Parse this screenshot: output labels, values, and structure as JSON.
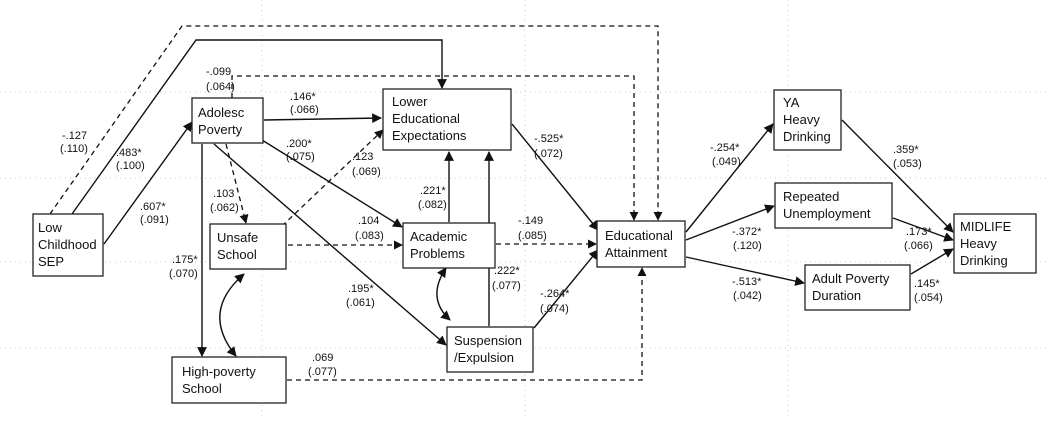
{
  "nodes": {
    "low_childhood_sep": {
      "lines": [
        "Low",
        "Childhood",
        "SEP"
      ]
    },
    "adolesc_poverty": {
      "lines": [
        "Adolesc",
        "Poverty"
      ]
    },
    "unsafe_school": {
      "lines": [
        "Unsafe",
        "School"
      ]
    },
    "high_poverty_school": {
      "lines": [
        "High-poverty",
        "School"
      ]
    },
    "lower_educational_expectations": {
      "lines": [
        "Lower",
        "Educational",
        "Expectations"
      ]
    },
    "academic_problems": {
      "lines": [
        "Academic",
        "Problems"
      ]
    },
    "suspension_expulsion": {
      "lines": [
        "Suspension",
        "/Expulsion"
      ]
    },
    "educational_attainment": {
      "lines": [
        "Educational",
        "Attainment"
      ]
    },
    "ya_heavy_drinking": {
      "lines": [
        "YA",
        "Heavy",
        "Drinking"
      ]
    },
    "repeated_unemployment": {
      "lines": [
        "Repeated",
        "Unemployment"
      ]
    },
    "adult_poverty_duration": {
      "lines": [
        "Adult Poverty",
        "Duration"
      ]
    },
    "midlife_heavy_drinking": {
      "lines": [
        "MIDLIFE",
        "Heavy",
        "Drinking"
      ]
    }
  },
  "paths": {
    "sep_to_expectations": {
      "coef": "-.127",
      "se": "(.110)",
      "style": "dashed"
    },
    "sep_to_expectations_solid": {
      "coef": ".483*",
      "se": "(.100)",
      "style": "solid"
    },
    "sep_to_adolesc": {
      "coef": ".607*",
      "se": "(.091)",
      "style": "solid"
    },
    "adolesc_to_attainment": {
      "coef": "-.099",
      "se": "(.064)",
      "style": "dashed"
    },
    "adolesc_to_expectations": {
      "coef": ".146*",
      "se": "(.066)",
      "style": "solid"
    },
    "adolesc_to_academic": {
      "coef": ".200*",
      "se": "(.075)",
      "style": "solid"
    },
    "unsafe_to_expectations": {
      "coef": ".123",
      "se": "(.069)",
      "style": "dashed"
    },
    "adolesc_to_unsafe": {
      "coef": ".103",
      "se": "(.062)",
      "style": "dashed"
    },
    "unsafe_to_academic": {
      "coef": ".104",
      "se": "(.083)",
      "style": "dashed"
    },
    "academic_to_expectations": {
      "coef": ".221*",
      "se": "(.082)",
      "style": "solid"
    },
    "expectations_to_attainment": {
      "coef": "-.525*",
      "se": "(.072)",
      "style": "solid"
    },
    "academic_to_attainment": {
      "coef": "-.149",
      "se": "(.085)",
      "style": "dashed"
    },
    "adolesc_to_highpoverty": {
      "coef": ".175*",
      "se": "(.070)",
      "style": "solid"
    },
    "adolesc_to_suspension": {
      "coef": ".195*",
      "se": "(.061)",
      "style": "solid"
    },
    "suspension_to_expectations": {
      "coef": ".222*",
      "se": "(.077)",
      "style": "solid"
    },
    "suspension_to_attainment": {
      "coef": "-.264*",
      "se": "(.074)",
      "style": "solid"
    },
    "highpoverty_to_attainment": {
      "coef": ".069",
      "se": "(.077)",
      "style": "dashed"
    },
    "attainment_to_ya": {
      "coef": "-.254*",
      "se": "(.049)",
      "style": "solid"
    },
    "attainment_to_unemployment": {
      "coef": "-.372*",
      "se": "(.120)",
      "style": "solid"
    },
    "attainment_to_adultpoverty": {
      "coef": "-.513*",
      "se": "(.042)",
      "style": "solid"
    },
    "ya_to_midlife": {
      "coef": ".359*",
      "se": "(.053)",
      "style": "solid"
    },
    "unemployment_to_midlife": {
      "coef": ".173*",
      "se": "(.066)",
      "style": "solid"
    },
    "adultpoverty_to_midlife": {
      "coef": ".145*",
      "se": "(.054)",
      "style": "solid"
    }
  }
}
